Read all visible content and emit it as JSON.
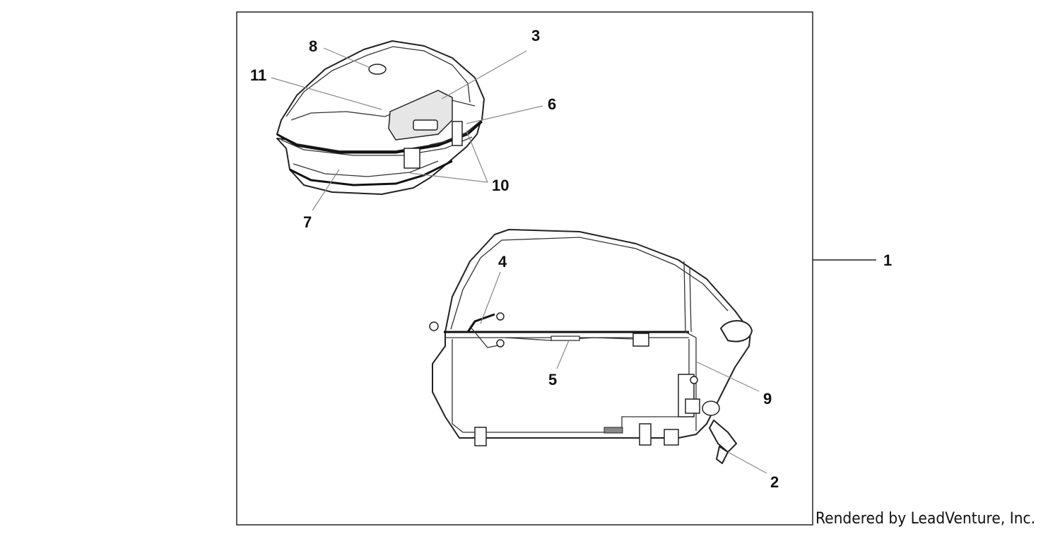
{
  "diagram": {
    "callouts": [
      {
        "id": "1",
        "label": "1"
      },
      {
        "id": "2",
        "label": "2"
      },
      {
        "id": "3",
        "label": "3"
      },
      {
        "id": "4",
        "label": "4"
      },
      {
        "id": "5",
        "label": "5"
      },
      {
        "id": "6",
        "label": "6"
      },
      {
        "id": "7",
        "label": "7"
      },
      {
        "id": "8",
        "label": "8"
      },
      {
        "id": "9",
        "label": "9"
      },
      {
        "id": "10",
        "label": "10"
      },
      {
        "id": "11",
        "label": "11"
      }
    ],
    "credit": "Rendered by LeadVenture, Inc."
  }
}
